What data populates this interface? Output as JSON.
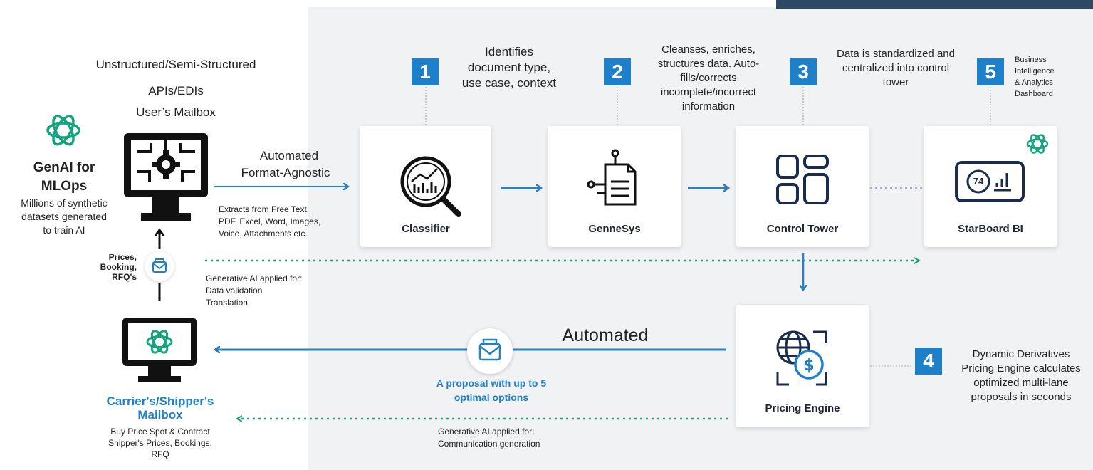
{
  "sources": {
    "line1": "Unstructured/Semi-Structured",
    "line2": "APIs/EDIs",
    "line3": "User’s Mailbox"
  },
  "genai": {
    "title_line1": "GenAI for",
    "title_line2": "MLOps",
    "desc_line1": "Millions of synthetic",
    "desc_line2": "datasets generated",
    "desc_line3": "to train AI"
  },
  "automated_input": {
    "line1": "Automated",
    "line2": "Format-Agnostic"
  },
  "extracts": {
    "line1": "Extracts from Free Text,",
    "line2": "PDF, Excel, Word, Images,",
    "line3": "Voice, Attachments etc."
  },
  "prices_label": {
    "line1": "Prices,",
    "line2": "Booking,",
    "line3": "RFQ's"
  },
  "genai_applied_1": {
    "line1": "Generative AI applied for:",
    "line2": "Data validation",
    "line3": "Translation"
  },
  "steps": [
    {
      "number": "1",
      "text_lines": [
        "Identifies",
        "document type,",
        "use case, context"
      ],
      "card_label": "Classifier"
    },
    {
      "number": "2",
      "text_lines": [
        "Cleanses, enriches,",
        "structures data. Auto-",
        "fills/corrects",
        "incomplete/incorrect",
        "information"
      ],
      "card_label": "GenneSys"
    },
    {
      "number": "3",
      "text_lines": [
        "Data is standardized and",
        "centralized into control",
        "tower"
      ],
      "card_label": "Control Tower"
    },
    {
      "number": "4",
      "text_lines": [
        "Dynamic Derivatives",
        "Pricing Engine calculates",
        "optimized multi-lane",
        "proposals in seconds"
      ],
      "card_label": "Pricing Engine"
    },
    {
      "number": "5",
      "text_lines": [
        "Business",
        "Intelligence",
        "& Analytics",
        "Dashboard"
      ],
      "card_label": "StarBoard BI"
    }
  ],
  "starboard_value": "74",
  "automated_return": "Automated",
  "proposal": {
    "line1": "A proposal with up to 5",
    "line2": "optimal options"
  },
  "genai_applied_2": {
    "line1": "Generative AI applied for:",
    "line2": "Communication generation"
  },
  "carrier": {
    "title_line1": "Carrier's/Shipper's",
    "title_line2": "Mailbox",
    "desc_line1": "Buy Price Spot & Contract",
    "desc_line2": "Shipper's Prices, Bookings,",
    "desc_line3": "RFQ"
  },
  "colors": {
    "accent_blue": "#1f82c7",
    "badge_blue": "#1e80c8",
    "dotted_green": "#17a07a",
    "openai_green": "#12a37f",
    "panel_gray": "#f1f2f4",
    "dark": "#111111"
  },
  "icons": [
    "openai-logo-icon",
    "computer-chip-gear-icon",
    "monitor-openai-icon",
    "envelope-icon",
    "magnifier-chart-icon",
    "document-network-icon",
    "grid-layout-icon",
    "dashboard-gauge-icon",
    "globe-dollar-icon"
  ]
}
